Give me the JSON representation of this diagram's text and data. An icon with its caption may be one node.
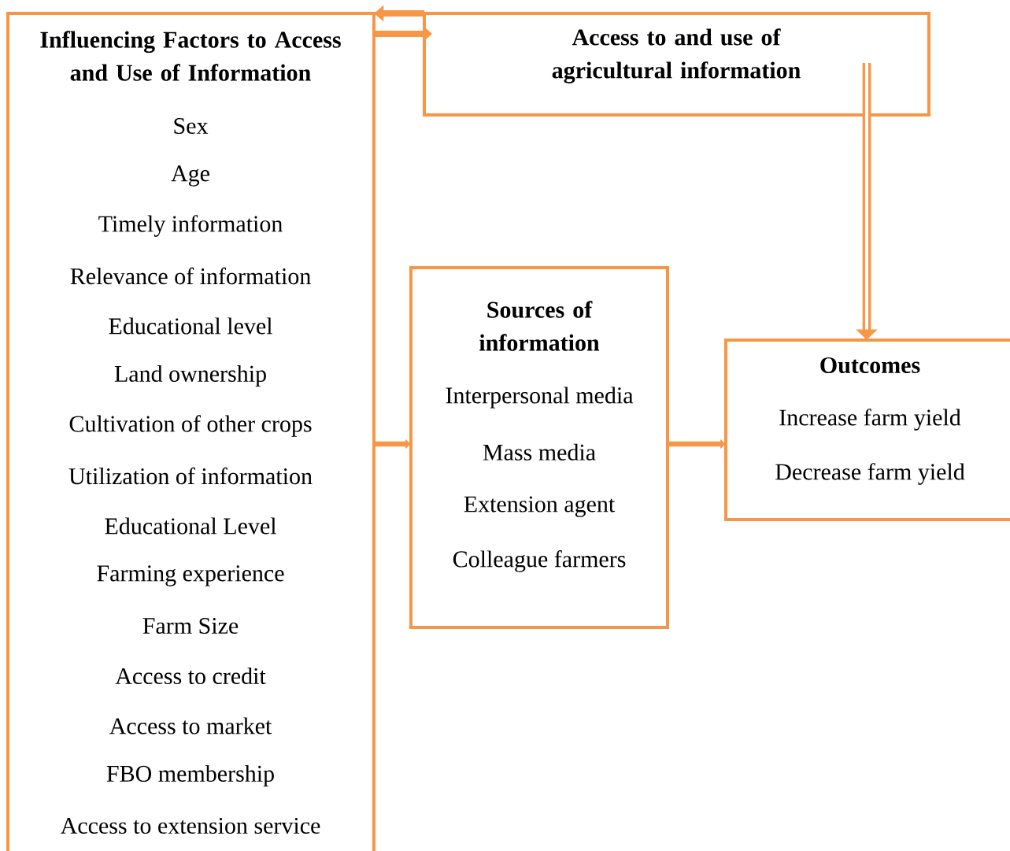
{
  "diagram": {
    "nodes": [
      {
        "text": [
          "Influencing Factors to Access and Use of Information",
          "Sex",
          "Age",
          "Timely information",
          "Relevance of information",
          "Educational level",
          "Land ownership",
          "Cultivation of other crops",
          "Utilization of information",
          "Educational Level",
          "Farming experience",
          "Farm Size",
          "Access to credit",
          "Access to market",
          "FBO membership",
          "Access to extension service"
        ]
      },
      {
        "text": [
          "Access to and use of agricultural information"
        ]
      },
      {
        "text": [
          "Sources of information",
          "Interpersonal media",
          "Mass media",
          "Extension agent",
          "Colleague farmers"
        ]
      },
      {
        "text": [
          "Outcomes",
          "Increase farm yield",
          "Decrease farm yield"
        ]
      }
    ],
    "edges": [
      {
        "from": 0,
        "to": 1,
        "arrow": "to"
      },
      {
        "from": 1,
        "to": 0,
        "arrow": "to"
      },
      {
        "from": 1,
        "to": 3,
        "arrow": "to"
      },
      {
        "from": 0,
        "to": 2,
        "arrow": "to"
      },
      {
        "from": 2,
        "to": 3,
        "arrow": "to"
      }
    ]
  }
}
